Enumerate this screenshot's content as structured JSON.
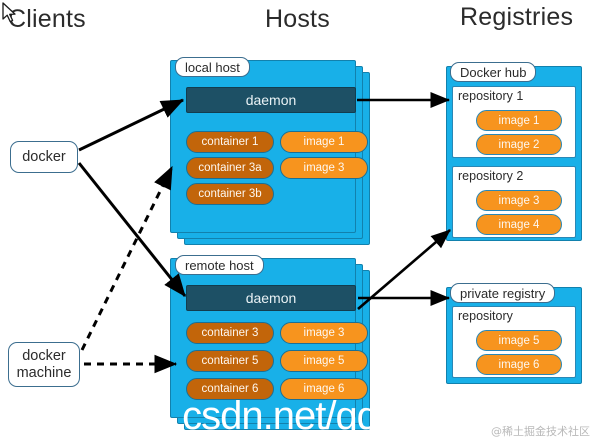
{
  "columns": {
    "clients": "Clients",
    "hosts": "Hosts",
    "registries": "Registries"
  },
  "clients": {
    "docker": "docker",
    "docker_machine": "docker\nmachine",
    "docker_machine_line1": "docker",
    "docker_machine_line2": "machine"
  },
  "hosts": [
    {
      "tab": "local host",
      "daemon": "daemon",
      "containers": [
        "container 1",
        "container 3a",
        "container 3b"
      ],
      "images": [
        "image 1",
        "image 3"
      ]
    },
    {
      "tab": "remote host",
      "daemon": "daemon",
      "containers": [
        "container 3",
        "container 5",
        "container 6"
      ],
      "images": [
        "image 3",
        "image 5",
        "image 6"
      ]
    }
  ],
  "registries": [
    {
      "tab": "Docker hub",
      "repositories": [
        {
          "label": "repository 1",
          "images": [
            "image 1",
            "image 2"
          ]
        },
        {
          "label": "repository 2",
          "images": [
            "image 3",
            "image 4"
          ]
        }
      ]
    },
    {
      "tab": "private registry",
      "repositories": [
        {
          "label": "repository",
          "images": [
            "image 5",
            "image 6"
          ]
        }
      ]
    }
  ],
  "watermarks": {
    "csdn": ".csdn.net/qq",
    "juejin": "@稀土掘金技术社区"
  },
  "colors": {
    "host_blue": "#18b0e8",
    "host_border": "#1281ad",
    "daemon_teal": "#1d5065",
    "container_orange": "#c2650a",
    "image_orange": "#f7941e",
    "client_border": "#3c6e8f",
    "arrow": "#000000",
    "text": "#2b2b2b"
  }
}
